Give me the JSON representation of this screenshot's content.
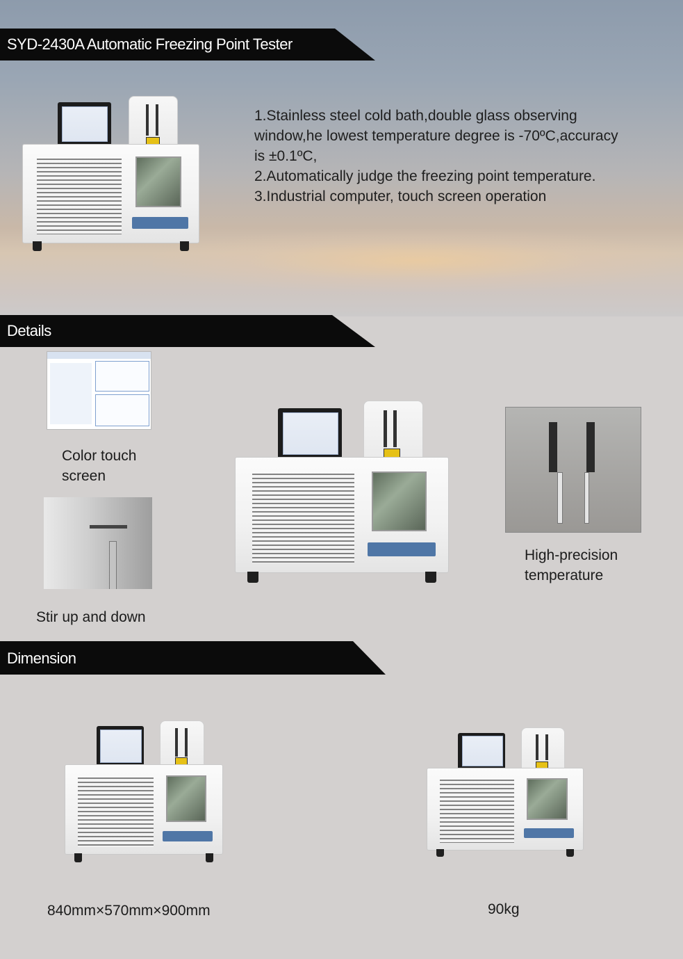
{
  "header": {
    "title": "SYD-2430A  Automatic Freezing Point Tester"
  },
  "features": [
    "1.Stainless steel cold bath,double glass observing",
    "window,he lowest temperature degree is -70ºC,accuracy",
    "is ±0.1ºC,",
    "2.Automatically judge the freezing point temperature.",
    "3.Industrial computer, touch screen operation"
  ],
  "sections": {
    "details": "Details",
    "dimension": "Dimension"
  },
  "details": {
    "screen_caption": [
      "Color touch",
      "screen"
    ],
    "stir_caption": "Stir up and down",
    "temp_caption": [
      "High-precision",
      "temperature"
    ]
  },
  "dimension": {
    "size": "840mm×570mm×900mm",
    "weight": "90kg"
  },
  "colors": {
    "banner": "#0b0b0b",
    "background": "#d3d0cf",
    "nameplate": "#4f76a6"
  }
}
